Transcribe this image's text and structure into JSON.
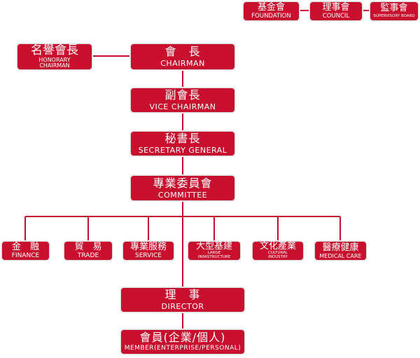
{
  "top_units": [
    {
      "zh": "基金會",
      "en": "FOUNDATION"
    },
    {
      "zh": "理事會",
      "en": "COUNCIL"
    },
    {
      "zh": "監事會",
      "en": "SUPERVISORY BOARD"
    }
  ],
  "honorary": {
    "zh": "名譽會長",
    "en": "HONORARY CHAIRMAN"
  },
  "chairman": {
    "zh": "會　長",
    "en": "CHAIRMAN"
  },
  "vice_chairman": {
    "zh": "副會長",
    "en": "VICE CHAIRMAN"
  },
  "secretary_general": {
    "zh": "秘書長",
    "en": "SECRETARY GENERAL"
  },
  "committee": {
    "zh": "專業委員會",
    "en": "COMMITTEE"
  },
  "committees": [
    {
      "zh": "金　融",
      "en": "FINANCE"
    },
    {
      "zh": "貿　易",
      "en": "TRADE"
    },
    {
      "zh": "專業服務",
      "en": "SERVICE"
    },
    {
      "zh": "大型基建",
      "en": "LARGE INRASTRUCTURE"
    },
    {
      "zh": "文化產業",
      "en": "CULTURAL INDUSTRY"
    },
    {
      "zh": "醫療健康",
      "en": "MEDICAL CARE"
    }
  ],
  "director": {
    "zh": "理　事",
    "en": "DIRECTOR"
  },
  "member": {
    "zh": "會員(企業/個人)",
    "en": "MEMBER(ENTERPRISE/PERSONAL)"
  },
  "colors": {
    "box": "#c8102e",
    "line": "#c8102e",
    "text": "#ffffff"
  }
}
